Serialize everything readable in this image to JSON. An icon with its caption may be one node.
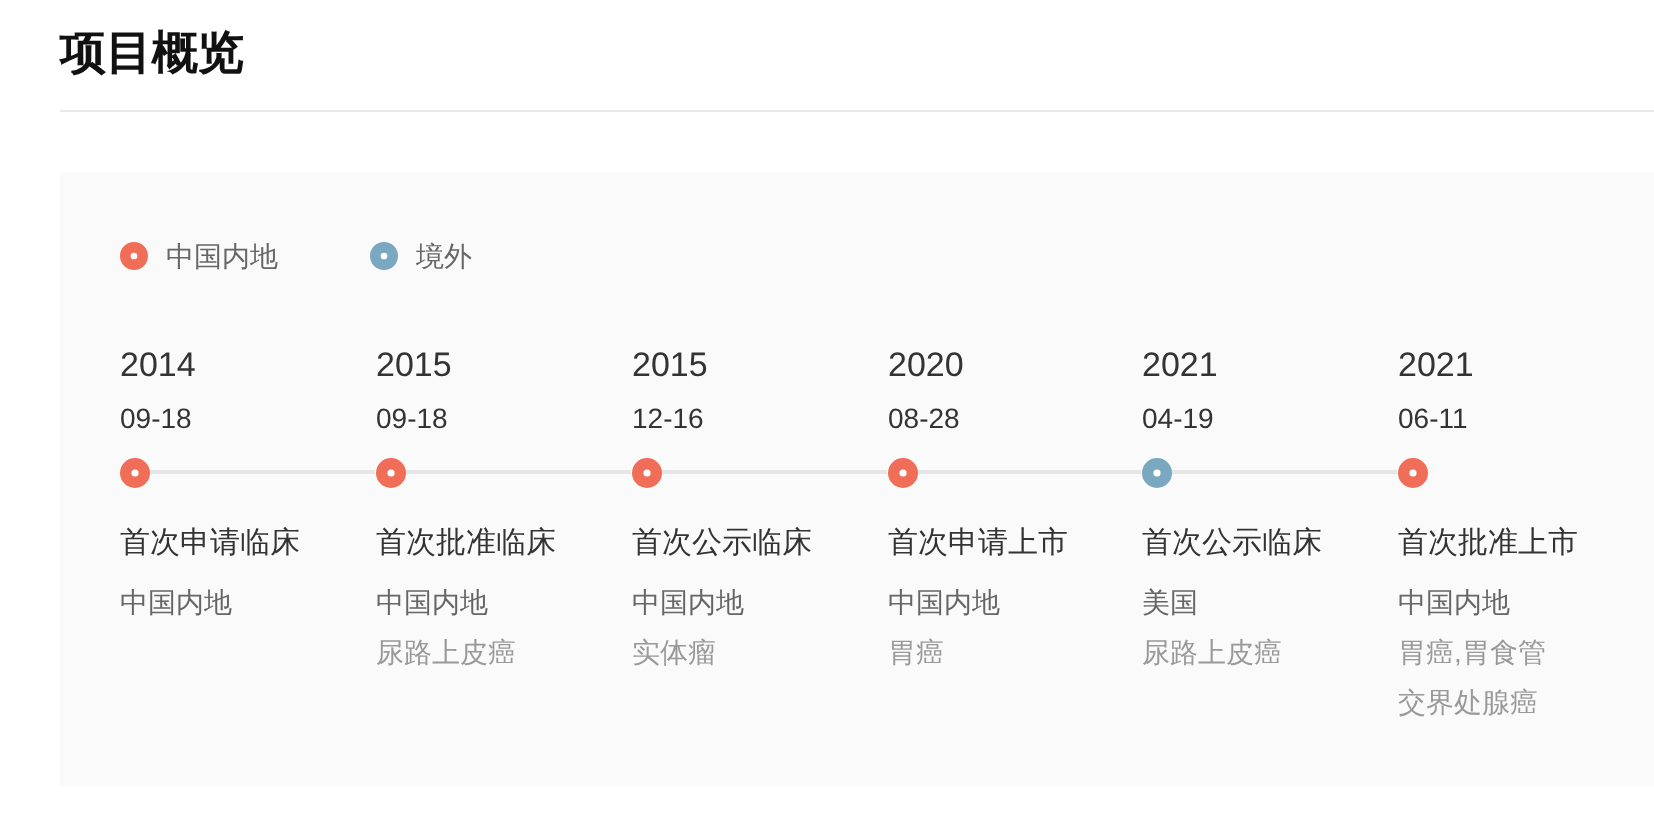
{
  "diagram": {
    "title": "项目概览",
    "nodes": [
      {
        "text": [],
        "shape": "circle",
        "beside": [
          "2014",
          "09-18",
          "首次申请临床",
          "中国内地"
        ]
      },
      {
        "text": [],
        "shape": "circle",
        "beside": [
          "2015",
          "09-18",
          "首次批准临床",
          "中国内地",
          "尿路上皮癌"
        ]
      },
      {
        "text": [],
        "shape": "circle",
        "beside": [
          "2015",
          "12-16",
          "首次公示临床",
          "中国内地",
          "实体瘤"
        ]
      },
      {
        "text": [],
        "shape": "circle",
        "beside": [
          "2020",
          "08-28",
          "首次申请上市",
          "中国内地",
          "胃癌"
        ]
      },
      {
        "text": [],
        "shape": "circle",
        "beside": [
          "2021",
          "04-19",
          "首次公示临床",
          "美国",
          "尿路上皮癌"
        ]
      },
      {
        "text": [],
        "shape": "circle",
        "beside": [
          "2021",
          "06-11",
          "首次批准上市",
          "中国内地",
          "胃癌,胃食管交界处腺癌"
        ]
      }
    ],
    "edges": [
      {
        "from": 0,
        "to": 1,
        "arrow": "none"
      },
      {
        "from": 1,
        "to": 2,
        "arrow": "none"
      },
      {
        "from": 2,
        "to": 3,
        "arrow": "none"
      },
      {
        "from": 3,
        "to": 4,
        "arrow": "none"
      },
      {
        "from": 4,
        "to": 5,
        "arrow": "none"
      }
    ],
    "legend": [
      {
        "text": "中国内地",
        "color": "#f06e57"
      },
      {
        "text": "境外",
        "color": "#79a8c0"
      }
    ]
  }
}
